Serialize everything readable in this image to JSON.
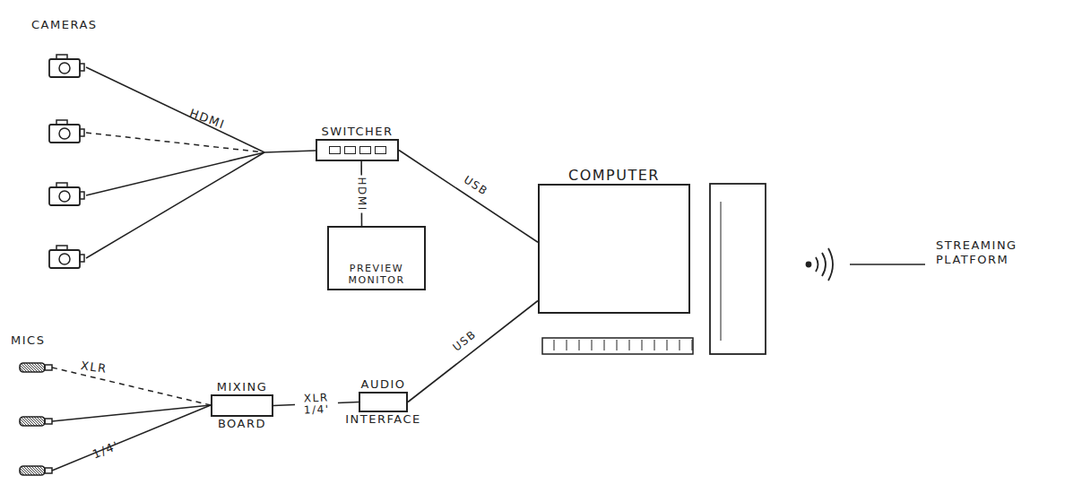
{
  "diagram": {
    "nodes": [
      {
        "text": [
          "SWITCHER"
        ]
      },
      {
        "text": [
          "PREVIEW MONITOR"
        ]
      },
      {
        "text": [
          "COMPUTER"
        ]
      },
      {
        "text": [
          "MIXING",
          "BOARD"
        ]
      },
      {
        "text": [
          "AUDIO",
          "INTERFACE"
        ]
      }
    ],
    "edges": [
      {
        "from": 0,
        "to": 2,
        "label": "USB",
        "arrow": "none"
      },
      {
        "from": 0,
        "to": 1,
        "label": "HDMI",
        "arrow": "none"
      },
      {
        "from": 3,
        "to": 4,
        "label": "XLR 1/4'",
        "arrow": "none"
      },
      {
        "from": 4,
        "to": 2,
        "label": "USB",
        "arrow": "none"
      }
    ],
    "labels": [
      "CAMERAS",
      "HDMI",
      "MICS",
      "XLR",
      "1/4'",
      "STREAMING PLATFORM"
    ]
  }
}
